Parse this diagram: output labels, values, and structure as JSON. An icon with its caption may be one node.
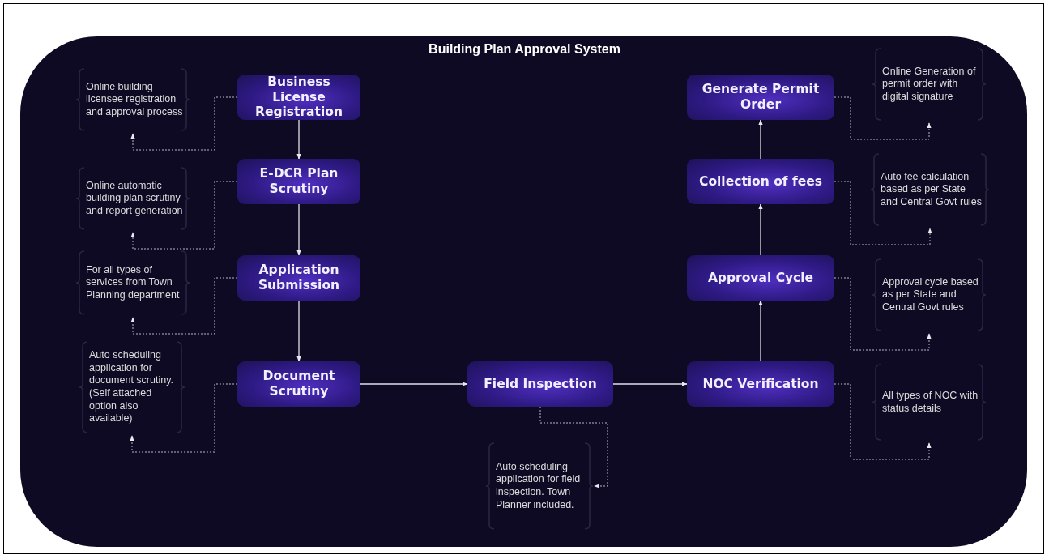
{
  "diagram": {
    "title": "Building Plan Approval System",
    "nodes": [
      {
        "text": [
          "Business License Registration"
        ]
      },
      {
        "text": [
          "E-DCR Plan Scrutiny"
        ]
      },
      {
        "text": [
          "Application Submission"
        ]
      },
      {
        "text": [
          "Document Scrutiny"
        ]
      },
      {
        "text": [
          "Field Inspection"
        ]
      },
      {
        "text": [
          "NOC Verification"
        ]
      },
      {
        "text": [
          "Approval Cycle"
        ]
      },
      {
        "text": [
          "Collection of fees"
        ]
      },
      {
        "text": [
          "Generate Permit Order"
        ]
      },
      {
        "text": [
          "Online building licensee registration and approval process"
        ]
      },
      {
        "text": [
          "Online automatic building plan scrutiny and report generation"
        ]
      },
      {
        "text": [
          "For all types of services from Town Planning department"
        ]
      },
      {
        "text": [
          "Auto scheduling application for document scrutiny. (Self attached option also available)"
        ]
      },
      {
        "text": [
          "Auto scheduling application for field inspection. Town Planner included."
        ]
      },
      {
        "text": [
          "Online Generation of permit order with digital signature"
        ]
      },
      {
        "text": [
          "Auto fee calculation based as per State and Central Govt rules"
        ]
      },
      {
        "text": [
          "Approval cycle based as per State and Central Govt rules"
        ]
      },
      {
        "text": [
          "All types of NOC with status details"
        ]
      }
    ],
    "edges": [
      {
        "from": 0,
        "to": 1,
        "arrow": "to"
      },
      {
        "from": 1,
        "to": 2,
        "arrow": "to"
      },
      {
        "from": 2,
        "to": 3,
        "arrow": "to"
      },
      {
        "from": 3,
        "to": 4,
        "arrow": "to"
      },
      {
        "from": 4,
        "to": 5,
        "arrow": "to"
      },
      {
        "from": 5,
        "to": 6,
        "arrow": "to"
      },
      {
        "from": 6,
        "to": 7,
        "arrow": "to"
      },
      {
        "from": 7,
        "to": 8,
        "arrow": "to"
      },
      {
        "from": 0,
        "to": 9,
        "arrow": "to",
        "style": "dashed"
      },
      {
        "from": 1,
        "to": 10,
        "arrow": "to",
        "style": "dashed"
      },
      {
        "from": 2,
        "to": 11,
        "arrow": "to",
        "style": "dashed"
      },
      {
        "from": 3,
        "to": 12,
        "arrow": "to",
        "style": "dashed"
      },
      {
        "from": 4,
        "to": 13,
        "arrow": "to",
        "style": "dashed"
      },
      {
        "from": 8,
        "to": 14,
        "arrow": "to",
        "style": "dashed"
      },
      {
        "from": 7,
        "to": 15,
        "arrow": "to",
        "style": "dashed"
      },
      {
        "from": 6,
        "to": 16,
        "arrow": "to",
        "style": "dashed"
      },
      {
        "from": 5,
        "to": 17,
        "arrow": "to",
        "style": "dashed"
      }
    ]
  }
}
